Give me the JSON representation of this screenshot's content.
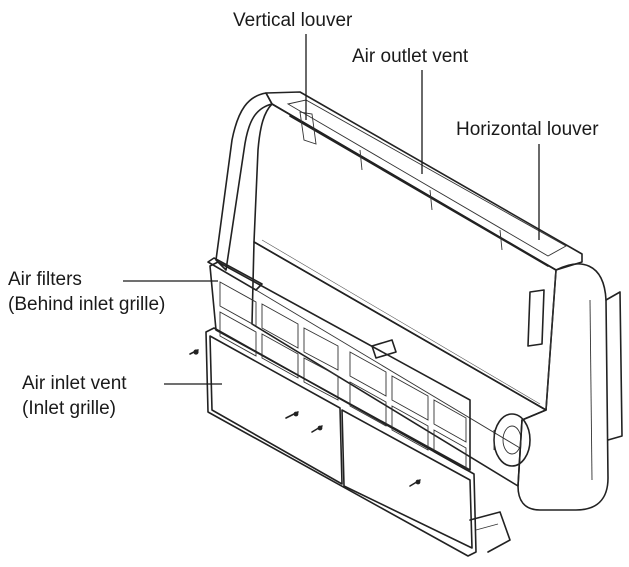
{
  "labels": {
    "vertical_louver": "Vertical louver",
    "air_outlet_vent": "Air outlet vent",
    "horizontal_louver": "Horizontal louver",
    "air_filters_line1": "Air filters",
    "air_filters_line2": "(Behind inlet grille)",
    "air_inlet_line1": "Air inlet vent",
    "air_inlet_line2": "(Inlet grille)"
  },
  "colors": {
    "stroke": "#222222",
    "shade": "#cfcfcf",
    "dark_shade": "#9a9a9a",
    "background": "#ffffff"
  }
}
